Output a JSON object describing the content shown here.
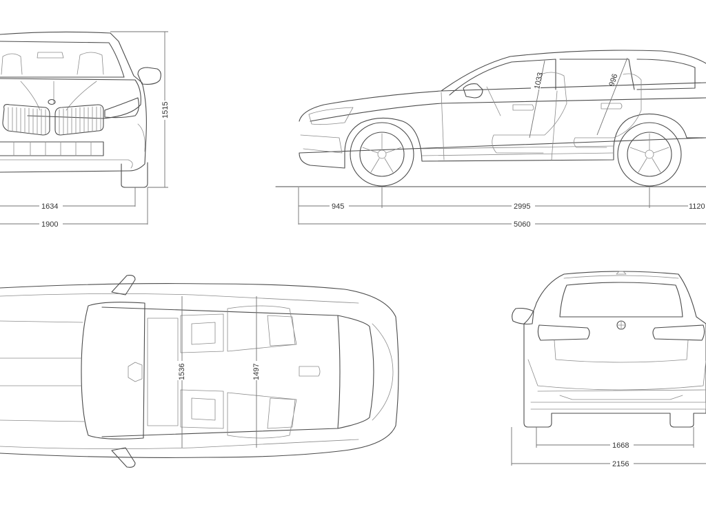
{
  "colors": {
    "line": "#4a4a4a",
    "text": "#333333",
    "background": "#ffffff"
  },
  "icons": {
    "brand_badge": "roundel-badge-icon"
  },
  "dimensions": {
    "front_height": "1515",
    "front_track": "1634",
    "front_width": "1900",
    "front_overhang": "945",
    "wheelbase": "2995",
    "rear_overhang": "1120",
    "overall_length": "5060",
    "front_headroom": "1033",
    "rear_headroom": "996",
    "front_interior_width": "1536",
    "rear_interior_width": "1497",
    "rear_track": "1668",
    "width_with_mirrors": "2156"
  }
}
